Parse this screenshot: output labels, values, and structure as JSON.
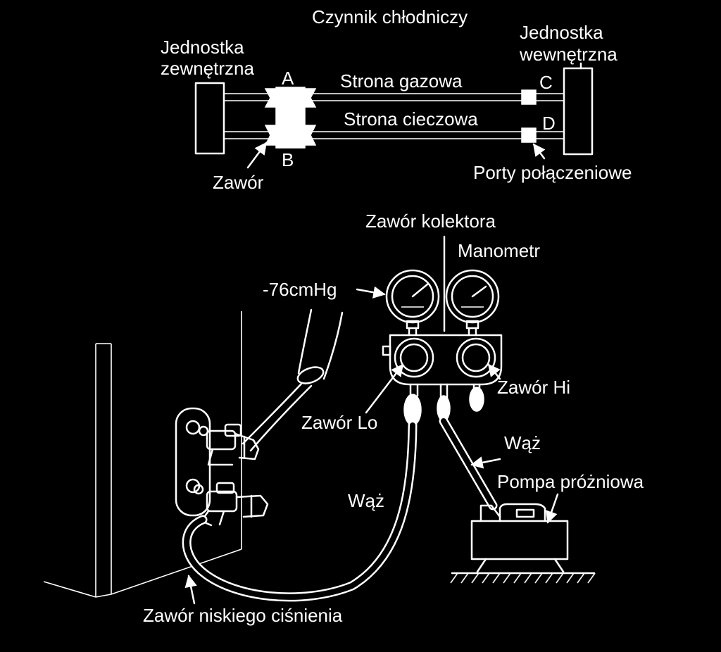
{
  "labels": {
    "refrigerant": "Czynnik chłodniczy",
    "outdoor_unit_line1": "Jednostka",
    "outdoor_unit_line2": "zewnętrzna",
    "indoor_unit_line1": "Jednostka",
    "indoor_unit_line2": "wewnętrzna",
    "gas_side": "Strona gazowa",
    "liquid_side": "Strona cieczowa",
    "valve": "Zawór",
    "connection_ports": "Porty połączeniowe",
    "letter_a": "A",
    "letter_b": "B",
    "letter_c": "C",
    "letter_d": "D",
    "manifold_valve": "Zawór kolektora",
    "pressure_gauge": "Manometr",
    "vacuum_reading": "-76cmHg",
    "hi_valve": "Zawór Hi",
    "lo_valve": "Zawór Lo",
    "hose_right": "Wąż",
    "hose_left": "Wąż",
    "vacuum_pump": "Pompa próżniowa",
    "low_pressure_valve": "Zawór niskiego ciśnienia"
  },
  "colors": {
    "background": "#000000",
    "foreground": "#ffffff"
  }
}
